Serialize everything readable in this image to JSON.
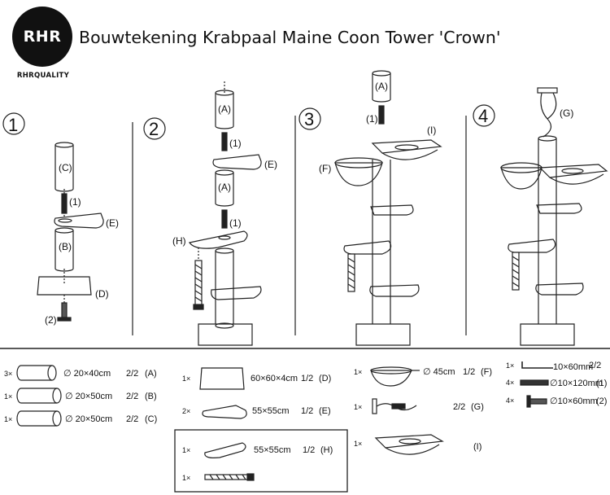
{
  "header": {
    "logo_mark": "RHR",
    "logo_subtitle": "RHRQUALITY",
    "title": "Bouwtekening Krabpaal Maine Coon Tower 'Crown'"
  },
  "steps": [
    {
      "number": "1",
      "labels": [
        "(C)",
        "(1)",
        "(E)",
        "(B)",
        "(D)",
        "(2)"
      ]
    },
    {
      "number": "2",
      "labels": [
        "(A)",
        "(1)",
        "(E)",
        "(A)",
        "(1)",
        "(H)"
      ]
    },
    {
      "number": "3",
      "labels": [
        "(A)",
        "(1)",
        "(I)",
        "(F)"
      ]
    },
    {
      "number": "4",
      "labels": [
        "(G)"
      ]
    }
  ],
  "parts": {
    "tubes": [
      {
        "qty": "3×",
        "dim": "∅ 20×40cm",
        "frac": "2/2",
        "code": "(A)"
      },
      {
        "qty": "1×",
        "dim": "∅ 20×50cm",
        "frac": "2/2",
        "code": "(B)"
      },
      {
        "qty": "1×",
        "dim": "∅ 20×50cm",
        "frac": "2/2",
        "code": "(C)"
      }
    ],
    "base": {
      "qty": "1×",
      "dim": "60×60×4cm",
      "frac": "1/2",
      "code": "(D)"
    },
    "platform_e": {
      "qty": "2×",
      "dim": "55×55cm",
      "frac": "1/2",
      "code": "(E)"
    },
    "platform_h": {
      "qty": "1×",
      "dim": "55×55cm",
      "frac": "1/2",
      "code": "(H)"
    },
    "rope": {
      "qty": "1×"
    },
    "bowl": {
      "qty": "1×",
      "dim": "∅ 45cm",
      "frac": "1/2",
      "code": "(F)"
    },
    "tensioner": {
      "qty": "1×",
      "frac": "2/2",
      "code": "(G)"
    },
    "hammock": {
      "qty": "1×",
      "code": "(I)"
    },
    "key": {
      "qty": "1×",
      "dim": "10×60mm",
      "frac": "2/2"
    },
    "threaded_bolt": {
      "qty": "4×",
      "dim": "∅10×120mm",
      "code": "(1)"
    },
    "screw": {
      "qty": "4×",
      "dim": "∅10×60mm",
      "code": "(2)"
    }
  }
}
